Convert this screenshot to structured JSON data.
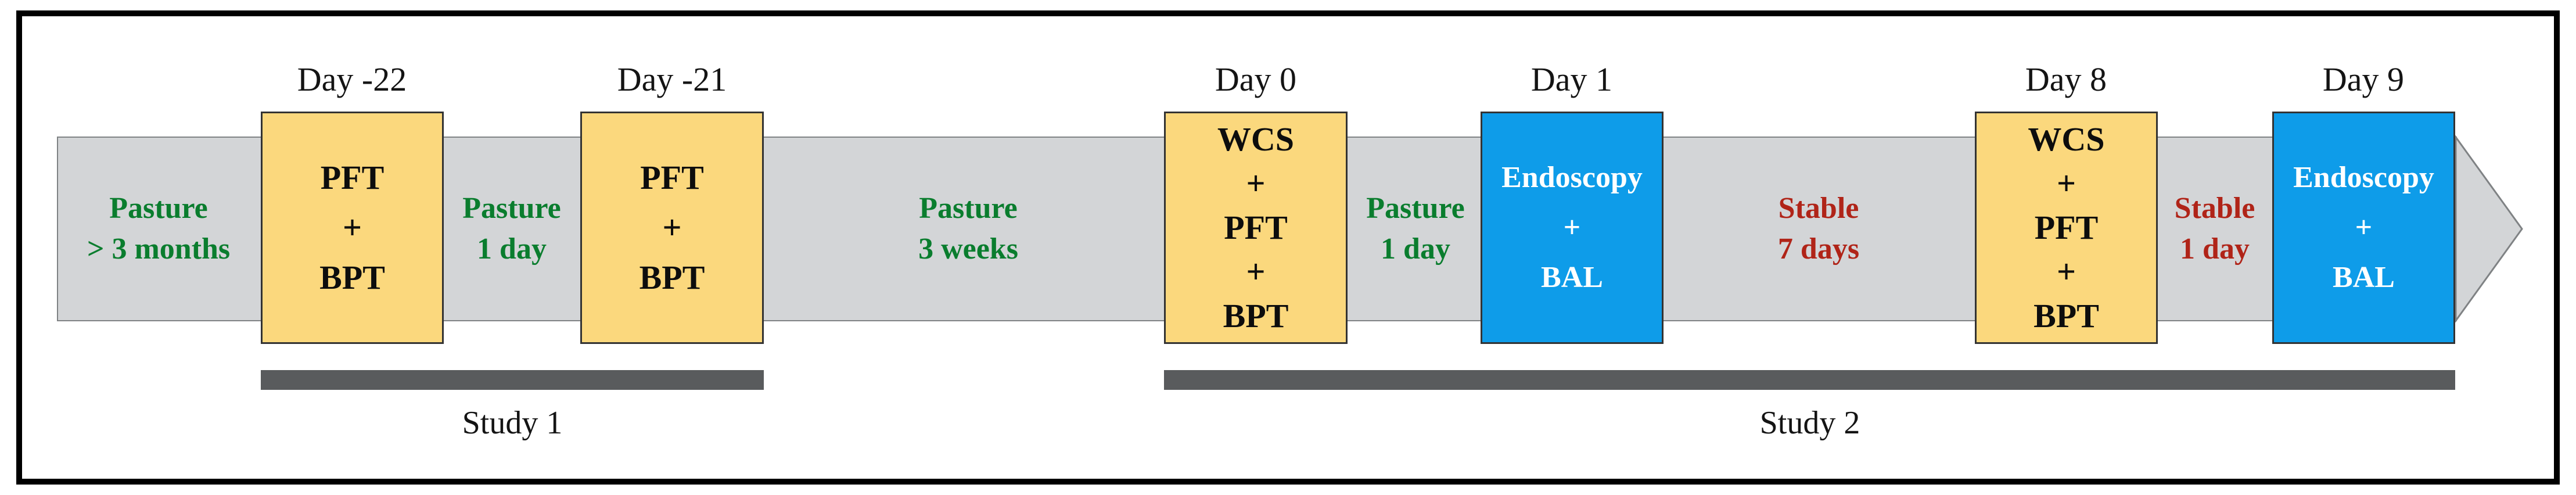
{
  "timeline": {
    "band_segments": [
      {
        "id": "pasture-3-months",
        "lines": [
          "Pasture",
          "> 3 months"
        ],
        "status": "pasture"
      },
      {
        "id": "pasture-1-day-a",
        "lines": [
          "Pasture",
          "1 day"
        ],
        "status": "pasture"
      },
      {
        "id": "pasture-3-weeks",
        "lines": [
          "Pasture",
          "3 weeks"
        ],
        "status": "pasture"
      },
      {
        "id": "pasture-1-day-b",
        "lines": [
          "Pasture",
          "1 day"
        ],
        "status": "pasture"
      },
      {
        "id": "stable-7-days",
        "lines": [
          "Stable",
          "7 days"
        ],
        "status": "stable"
      },
      {
        "id": "stable-1-day",
        "lines": [
          "Stable",
          "1 day"
        ],
        "status": "stable"
      }
    ],
    "events": [
      {
        "day": "Day -22",
        "lines": [
          "PFT",
          "+",
          "BPT"
        ],
        "kind": "procedure"
      },
      {
        "day": "Day -21",
        "lines": [
          "PFT",
          "+",
          "BPT"
        ],
        "kind": "procedure"
      },
      {
        "day": "Day 0",
        "lines": [
          "WCS",
          "+",
          "PFT",
          "+",
          "BPT"
        ],
        "kind": "procedure"
      },
      {
        "day": "Day 1",
        "lines": [
          "Endoscopy",
          "+",
          "BAL"
        ],
        "kind": "sampling"
      },
      {
        "day": "Day 8",
        "lines": [
          "WCS",
          "+",
          "PFT",
          "+",
          "BPT"
        ],
        "kind": "procedure"
      },
      {
        "day": "Day 9",
        "lines": [
          "Endoscopy",
          "+",
          "BAL"
        ],
        "kind": "sampling"
      }
    ],
    "studies": [
      {
        "label": "Study 1"
      },
      {
        "label": "Study 2"
      }
    ]
  },
  "colors": {
    "band_gray": "#d3d5d7",
    "procedure_yellow": "#fbd87d",
    "sampling_blue": "#0e9ce9",
    "study_bar_gray": "#595b5d",
    "pasture_green": "#0a7d2e",
    "stable_red": "#b02418",
    "frame_black": "#000000"
  }
}
